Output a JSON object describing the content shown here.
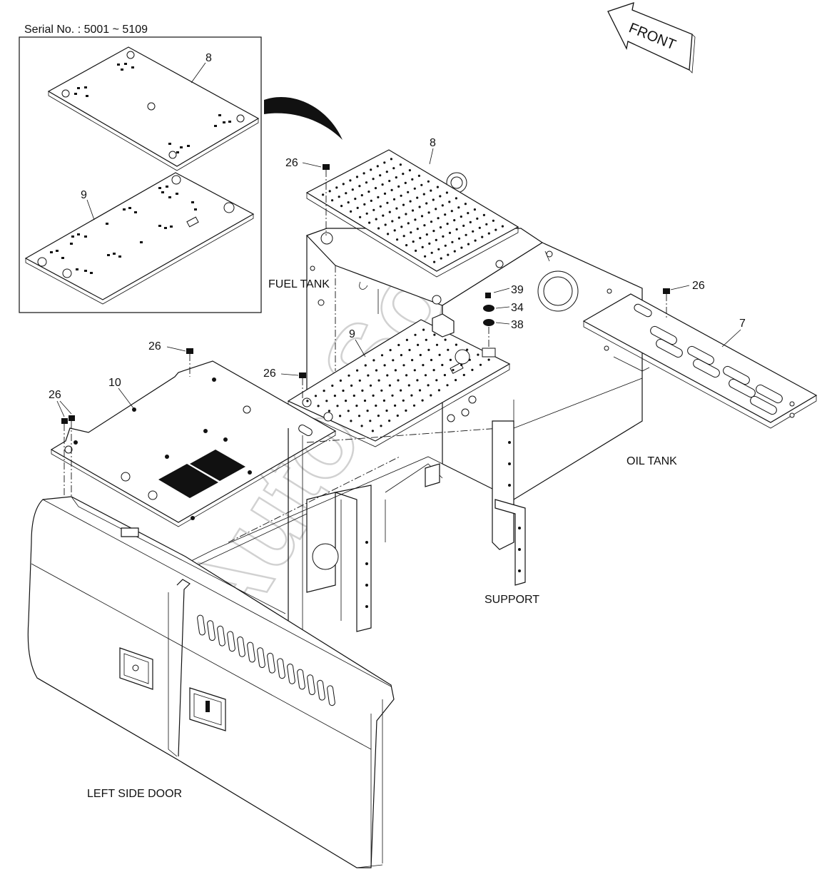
{
  "serial_note": "Serial No. : 5001 ~ 5109",
  "front_label": "FRONT",
  "labels": {
    "fuel_tank": "FUEL TANK",
    "oil_tank": "OIL TANK",
    "support": "SUPPORT",
    "left_side_door": "LEFT SIDE DOOR"
  },
  "part_numbers": {
    "inset_8": "8",
    "inset_9": "9",
    "cover_8": "8",
    "bolt_26_a": "26",
    "bolt_26_b": "26",
    "bolt_26_c": "26",
    "bolt_26_d": "26",
    "bolt_26_e": "26",
    "cover_9": "9",
    "cover_10": "10",
    "cover_7": "7",
    "part_39": "39",
    "part_34": "34",
    "part_38": "38"
  },
  "watermark": "Auto Soft"
}
